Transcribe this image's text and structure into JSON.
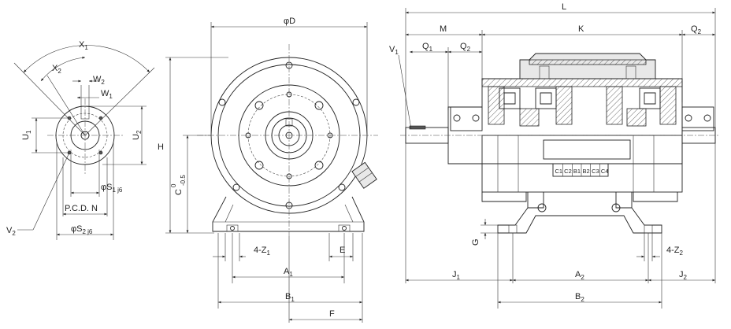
{
  "labels": {
    "X1": "X",
    "X1_sub": "1",
    "X2": "X",
    "X2_sub": "2",
    "W2": "W",
    "W2_sub": "2",
    "W1": "W",
    "W1_sub": "1",
    "U1": "U",
    "U1_sub": "1",
    "U2": "U",
    "U2_sub": "2",
    "S1": "φS",
    "S1_sub": "1 j6",
    "PCD": "P.C.D. N",
    "V2": "V",
    "V2_sub": "2",
    "S2": "φS",
    "S2_sub": "2 j6",
    "D": "φD",
    "H": "H",
    "C": "C",
    "C_tol_top": "0",
    "C_tol_bot": "-0.5",
    "Z1": "4-Z",
    "Z1_sub": "1",
    "E": "E",
    "A1": "A",
    "A1_sub": "1",
    "B1": "B",
    "B1_sub": "1",
    "F": "F",
    "L": "L",
    "M": "M",
    "K": "K",
    "Q2_top": "Q",
    "Q2_top_sub": "2",
    "V1": "V",
    "V1_sub": "1",
    "Q1": "Q",
    "Q1_sub": "1",
    "Q2_mid": "Q",
    "Q2_mid_sub": "2",
    "G": "G",
    "Z2": "4-Z",
    "Z2_sub": "2",
    "J1": "J",
    "J1_sub": "1",
    "A2": "A",
    "A2_sub": "2",
    "J2": "J",
    "J2_sub": "2",
    "B2": "B",
    "B2_sub": "2",
    "coil_marks": [
      "C1",
      "C2",
      "B1",
      "B2",
      "C3",
      "C4"
    ]
  },
  "colors": {
    "line": "#222222",
    "fill_gray": "#e8e8e8",
    "fill_dark": "#555555"
  }
}
